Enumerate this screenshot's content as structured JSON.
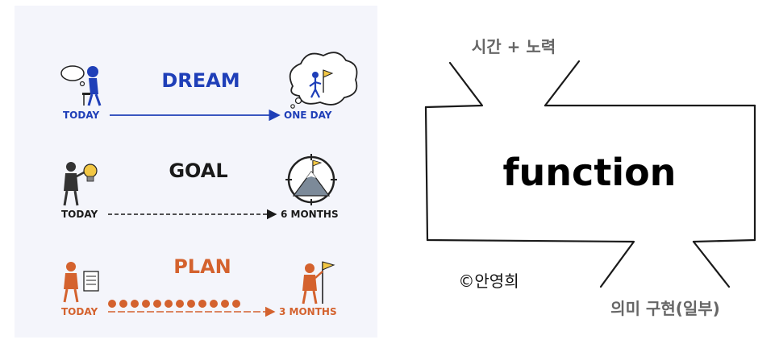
{
  "left": {
    "rows": [
      {
        "title": "DREAM",
        "start": "TODAY",
        "end": "ONE DAY",
        "color": "#1f3fb8",
        "line": "solid"
      },
      {
        "title": "GOAL",
        "start": "TODAY",
        "end": "6 MONTHS",
        "color": "#1a1a1a",
        "line": "dashed"
      },
      {
        "title": "PLAN",
        "start": "TODAY",
        "end": "3 MONTHS",
        "color": "#d4622e",
        "line": "dotted"
      }
    ]
  },
  "right": {
    "top_label": "시간 + 노력",
    "center_label": "function",
    "bottom_label": "의미 구현(일부)",
    "copyright": "©안영희",
    "label_color": "#666666",
    "stroke_color": "#1a1a1a"
  }
}
